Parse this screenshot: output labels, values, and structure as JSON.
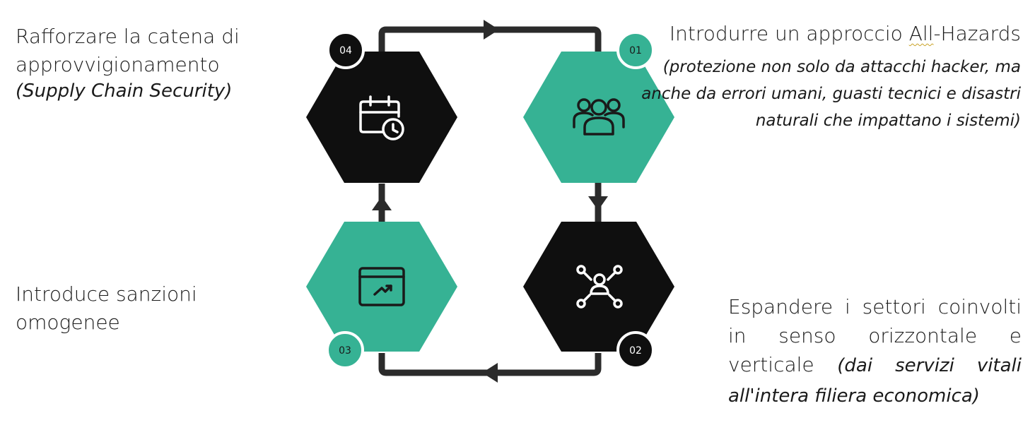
{
  "colors": {
    "teal": "#36b294",
    "black": "#0f0f0f",
    "arrow": "#2b2b2b",
    "white": "#ffffff"
  },
  "steps": [
    {
      "number": "01",
      "icon": "users-icon",
      "hex_color": "teal"
    },
    {
      "number": "02",
      "icon": "network-person-icon",
      "hex_color": "black"
    },
    {
      "number": "03",
      "icon": "chart-window-icon",
      "hex_color": "teal"
    },
    {
      "number": "04",
      "icon": "calendar-clock-icon",
      "hex_color": "black"
    }
  ],
  "texts": {
    "step04": {
      "line1": "Rafforzare la catena di",
      "line2": "approvvigionamento",
      "italic": "(Supply Chain Security)"
    },
    "step01": {
      "title_pre": "Introdurre un approccio ",
      "title_ul": "All",
      "title_post": "-Hazards",
      "italic": "(protezione non solo da attacchi hacker, ma anche da errori umani, guasti tecnici e disastri naturali che impattano i sistemi)"
    },
    "step03": {
      "text": "Introduce sanzioni omogenee"
    },
    "step02": {
      "text": "Espandere i settori coinvolti in senso orizzontale e verticale ",
      "italic": "(dai servizi vitali all'intera filiera economica)"
    }
  }
}
